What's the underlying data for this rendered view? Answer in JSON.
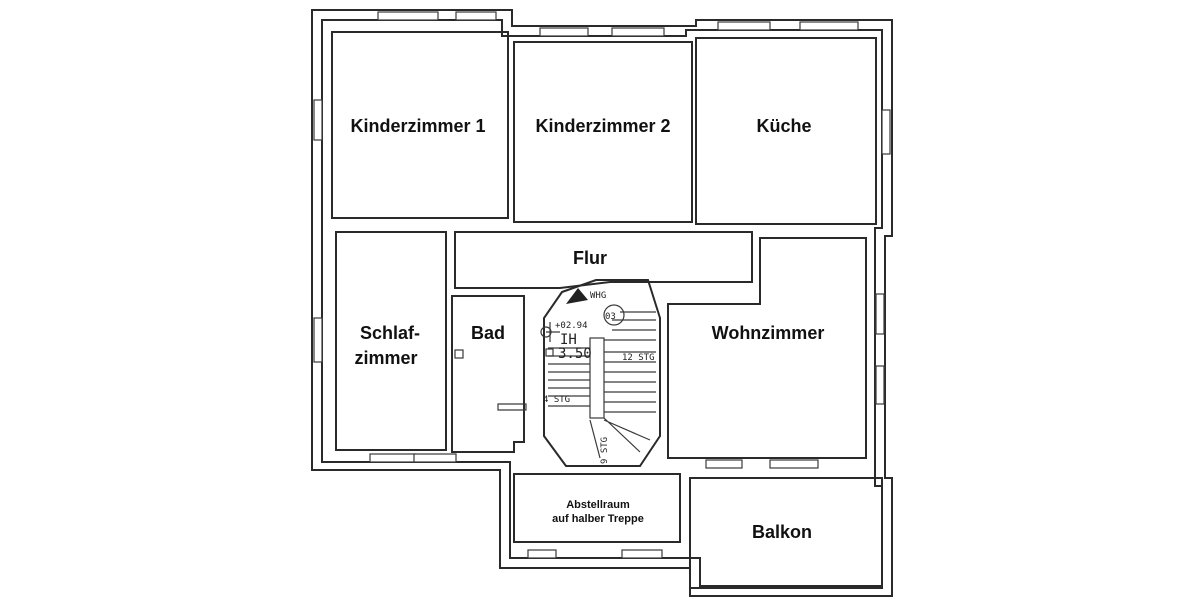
{
  "rooms": {
    "kinderzimmer1": "Kinderzimmer 1",
    "kinderzimmer2": "Kinderzimmer 2",
    "kueche": "Küche",
    "flur": "Flur",
    "schlaf_line1": "Schlaf-",
    "schlaf_line2": "zimmer",
    "bad": "Bad",
    "wohnzimmer": "Wohnzimmer",
    "abstell_line1": "Abstellraum",
    "abstell_line2": "auf halber Treppe",
    "balkon": "Balkon"
  },
  "stair_notes": {
    "whg": "WHG",
    "unit": "03",
    "level": "+02.94",
    "ih": "IH",
    "height": "3.50",
    "steps_12": "12 STG",
    "steps_4": "4 STG",
    "steps_9": "9 STG"
  }
}
